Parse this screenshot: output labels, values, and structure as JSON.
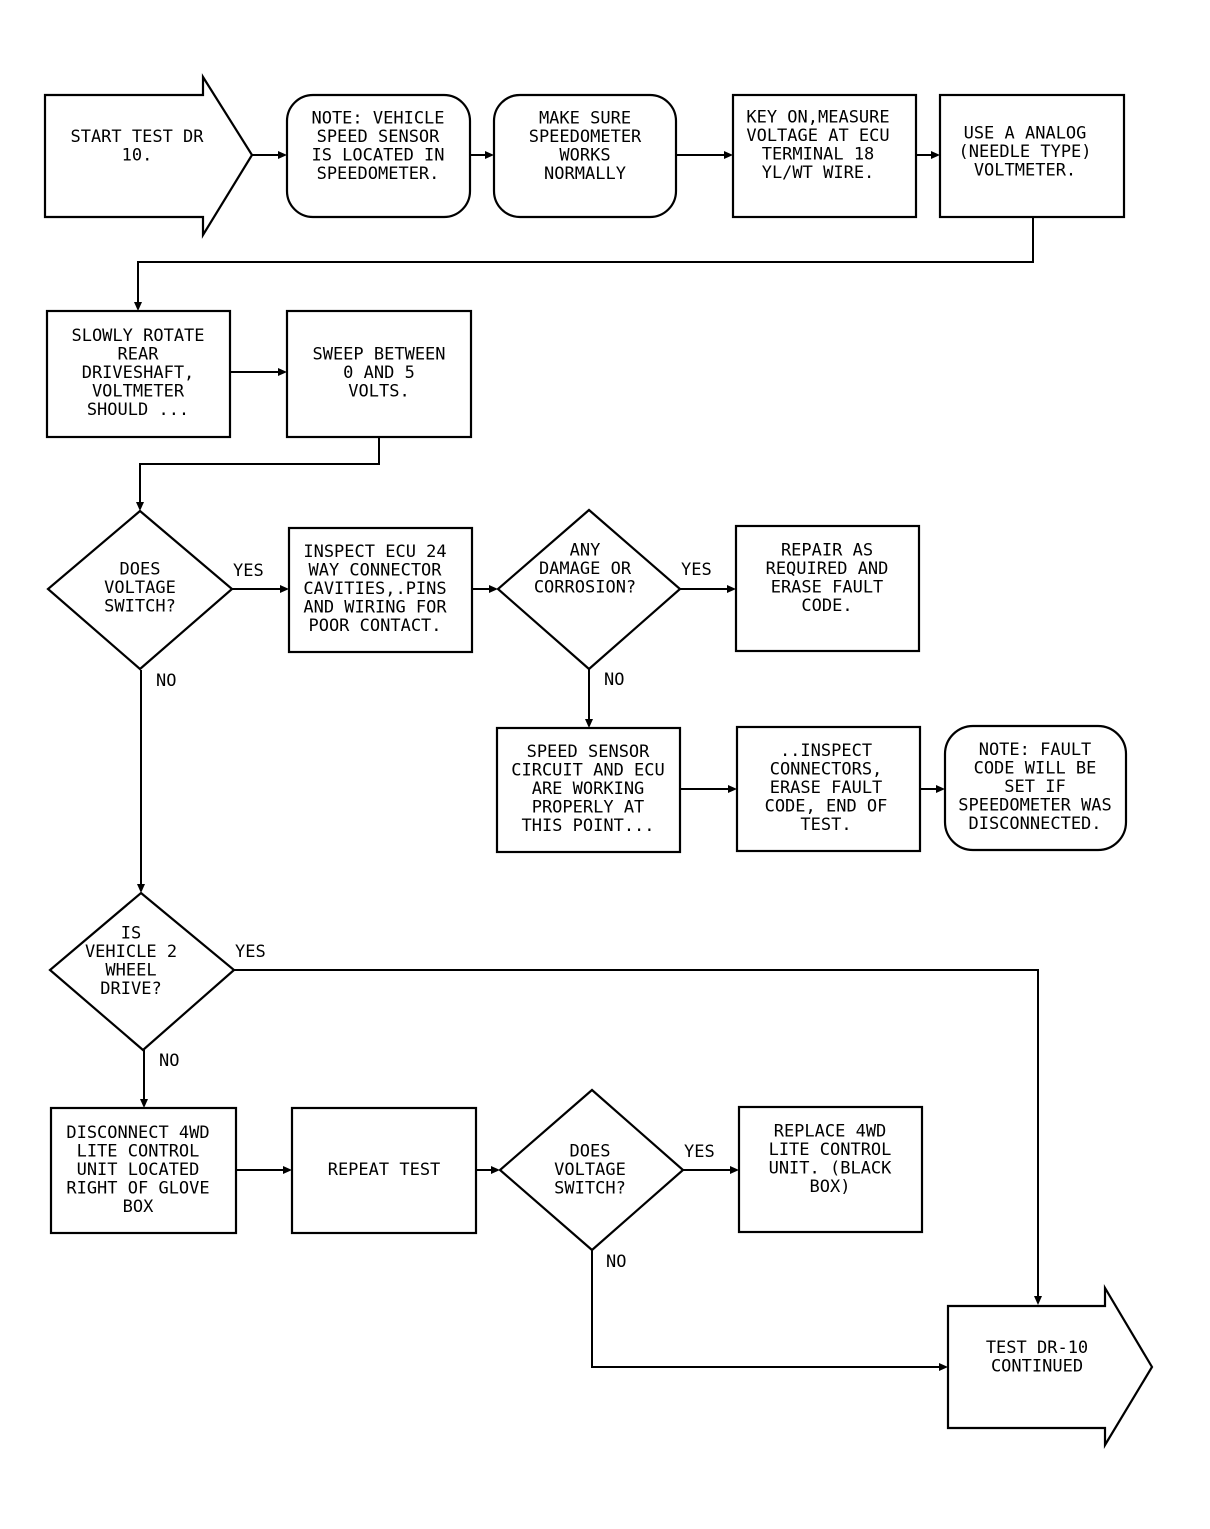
{
  "nodes": {
    "start": {
      "lines": [
        "START TEST DR",
        "10."
      ]
    },
    "note_sensor": {
      "lines": [
        "NOTE: VEHICLE",
        "SPEED SENSOR",
        "IS LOCATED IN",
        "SPEEDOMETER."
      ]
    },
    "check_speedo": {
      "lines": [
        "MAKE SURE",
        "SPEEDOMETER",
        "WORKS",
        "NORMALLY"
      ]
    },
    "measure_voltage": {
      "lines": [
        "KEY ON,MEASURE",
        "VOLTAGE AT ECU",
        "TERMINAL 18",
        "YL/WT WIRE."
      ]
    },
    "analog_meter": {
      "lines": [
        "USE A ANALOG",
        "(NEEDLE TYPE)",
        "VOLTMETER."
      ]
    },
    "rotate_shaft": {
      "lines": [
        "SLOWLY ROTATE",
        "REAR",
        "DRIVESHAFT,",
        "VOLTMETER",
        "SHOULD ..."
      ]
    },
    "sweep": {
      "lines": [
        "SWEEP BETWEEN",
        "0 AND 5",
        "VOLTS."
      ]
    },
    "voltage_switch_1": {
      "lines": [
        "DOES",
        "VOLTAGE",
        "SWITCH?"
      ]
    },
    "inspect_ecu": {
      "lines": [
        "INSPECT ECU 24",
        "WAY CONNECTOR",
        "CAVITIES,.PINS",
        "AND WIRING FOR",
        "POOR CONTACT."
      ]
    },
    "damage": {
      "lines": [
        "ANY",
        "DAMAGE OR",
        "CORROSION?"
      ]
    },
    "repair": {
      "lines": [
        "REPAIR AS",
        "REQUIRED AND",
        "ERASE FAULT",
        "CODE."
      ]
    },
    "working_properly": {
      "lines": [
        "SPEED SENSOR",
        "CIRCUIT AND ECU",
        "ARE WORKING",
        "PROPERLY AT",
        "THIS POINT..."
      ]
    },
    "inspect_connectors": {
      "lines": [
        "..INSPECT",
        "CONNECTORS,",
        "ERASE FAULT",
        "CODE, END OF",
        "TEST."
      ]
    },
    "note_fault": {
      "lines": [
        "NOTE: FAULT",
        "CODE WILL BE",
        "SET IF",
        "SPEEDOMETER WAS",
        "DISCONNECTED."
      ]
    },
    "two_wheel": {
      "lines": [
        "IS",
        "VEHICLE 2",
        "WHEEL",
        "DRIVE?"
      ]
    },
    "disconnect_4wd": {
      "lines": [
        "DISCONNECT 4WD",
        "LITE CONTROL",
        "UNIT LOCATED",
        "RIGHT OF GLOVE",
        "BOX"
      ]
    },
    "repeat": {
      "lines": [
        "REPEAT TEST"
      ]
    },
    "voltage_switch_2": {
      "lines": [
        "DOES",
        "VOLTAGE",
        "SWITCH?"
      ]
    },
    "replace_4wd": {
      "lines": [
        "REPLACE 4WD",
        "LITE CONTROL",
        "UNIT. (BLACK",
        "BOX)"
      ]
    },
    "continued": {
      "lines": [
        "TEST DR-10",
        "CONTINUED"
      ]
    }
  },
  "edge_labels": {
    "vs1_yes": "YES",
    "vs1_no": "NO",
    "damage_yes": "YES",
    "damage_no": "NO",
    "twd_yes": "YES",
    "twd_no": "NO",
    "vs2_yes": "YES",
    "vs2_no": "NO"
  }
}
